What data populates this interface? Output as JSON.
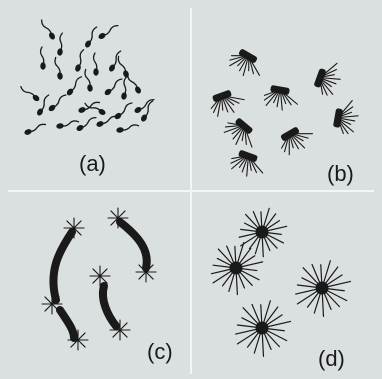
{
  "panels": [
    {
      "id": "a",
      "label": "(a)"
    },
    {
      "id": "b",
      "label": "(b)"
    },
    {
      "id": "c",
      "label": "(c)"
    },
    {
      "id": "d",
      "label": "(d)"
    }
  ],
  "colors": {
    "background": "#dadfe0",
    "ink": "#1a1a1a"
  }
}
